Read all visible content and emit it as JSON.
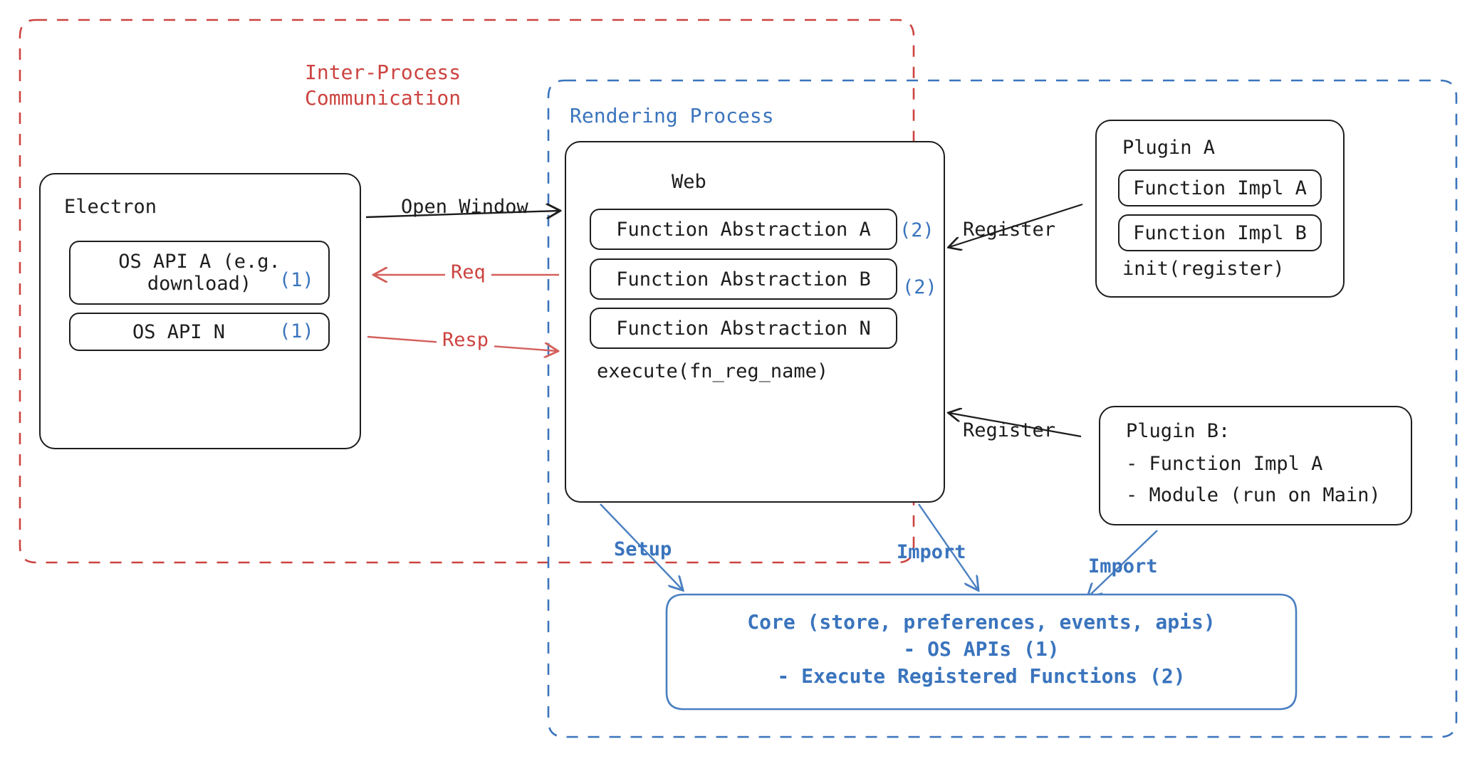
{
  "diagram": {
    "groups": {
      "ipc": {
        "title": "Inter-Process\nCommunication",
        "color": "#cc4340",
        "style": "dashed"
      },
      "rendering": {
        "title": "Rendering Process",
        "color": "#3a74bd",
        "style": "dashed"
      }
    },
    "electron": {
      "title": "Electron",
      "apis": [
        {
          "label": "OS API A (e.g.\ndownload)",
          "marker": "(1)"
        },
        {
          "label": "OS API N",
          "marker": "(1)"
        }
      ]
    },
    "web": {
      "title": "Web",
      "abstractions": [
        {
          "label": "Function Abstraction A",
          "marker": "(2)"
        },
        {
          "label": "Function Abstraction B",
          "marker": "(2)"
        },
        {
          "label": "Function Abstraction N",
          "marker": ""
        }
      ],
      "footer": "execute(fn_reg_name)"
    },
    "plugin_a": {
      "title": "Plugin A",
      "functions": [
        "Function Impl A",
        "Function Impl B"
      ],
      "footer": "init(register)"
    },
    "plugin_b": {
      "title": "Plugin B:",
      "lines": [
        "- Function Impl A",
        "- Module (run on Main)"
      ]
    },
    "core": {
      "line1": "Core (store, preferences, events, apis)",
      "line2": "- OS APIs (1)",
      "line3": "- Execute Registered Functions (2)"
    },
    "edges": {
      "open_window": "Open Window",
      "req": "Req",
      "resp": "Resp",
      "register_a": "Register",
      "register_b": "Register",
      "setup": "Setup",
      "import_web": "Import",
      "import_plugin_b": "Import"
    }
  }
}
